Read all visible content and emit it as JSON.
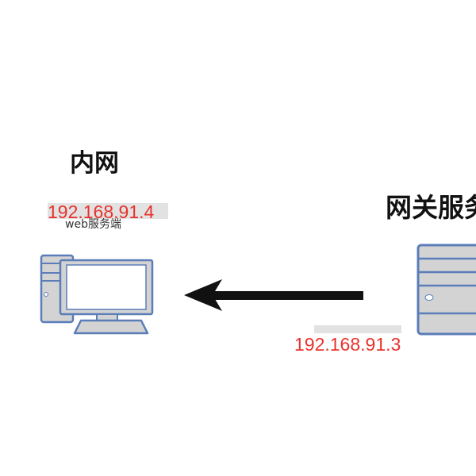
{
  "intranet": {
    "title": "内网",
    "ip": "192.168.91.4",
    "role": "web服务端",
    "ip_color": "#e8322c"
  },
  "gateway": {
    "title": "网关服务",
    "ip": "192.168.91.3",
    "ip_color": "#e8322c"
  },
  "colors": {
    "device_stroke": "#5b7db8",
    "device_fill": "#d3d3d3",
    "screen_fill": "#ffffff",
    "arrow": "#111111"
  },
  "icons": {
    "left_device": "desktop-computer-icon",
    "right_device": "server-tower-icon",
    "flow": "arrow-left-icon"
  }
}
